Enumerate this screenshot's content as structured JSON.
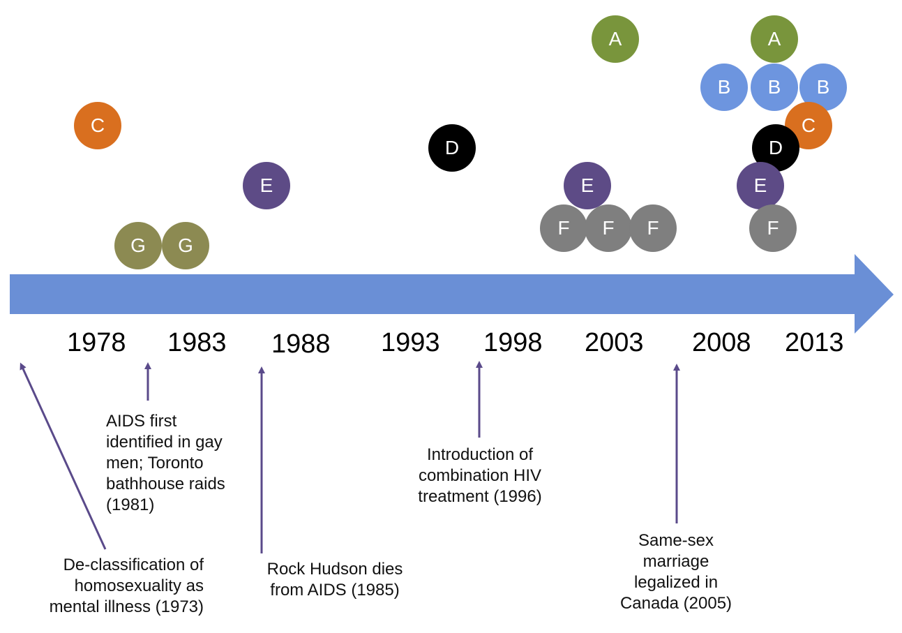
{
  "colors": {
    "timeline_arrow": "#6a8fd6",
    "pointer_arrow": "#5a4a8a",
    "A": "#79953c",
    "B": "#6d95df",
    "C": "#d96f1f",
    "D": "#000000",
    "E": "#5d4b86",
    "F": "#7f7f7f",
    "G": "#8c8a52"
  },
  "years": [
    "1978",
    "1983",
    "1988",
    "1993",
    "1998",
    "2003",
    "2008",
    "2013"
  ],
  "events": [
    {
      "id": "declassification",
      "text": "De-classification of\nhomosexuality as\nmental illness (1973)"
    },
    {
      "id": "aids-identified",
      "text": "AIDS first\nidentified in gay\nmen; Toronto\nbathhouse raids\n(1981)"
    },
    {
      "id": "rock-hudson",
      "text": "Rock Hudson dies\nfrom AIDS (1985)"
    },
    {
      "id": "combination-hiv",
      "text": "Introduction of\ncombination HIV\ntreatment (1996)"
    },
    {
      "id": "same-sex-marriage",
      "text": "Same-sex\nmarriage\nlegalized in\nCanada (2005)"
    }
  ],
  "markers": [
    {
      "label": "C"
    },
    {
      "label": "G"
    },
    {
      "label": "G"
    },
    {
      "label": "E"
    },
    {
      "label": "D"
    },
    {
      "label": "A"
    },
    {
      "label": "E"
    },
    {
      "label": "F"
    },
    {
      "label": "F"
    },
    {
      "label": "F"
    },
    {
      "label": "A"
    },
    {
      "label": "B"
    },
    {
      "label": "B"
    },
    {
      "label": "B"
    },
    {
      "label": "C"
    },
    {
      "label": "D"
    },
    {
      "label": "E"
    },
    {
      "label": "F"
    }
  ]
}
